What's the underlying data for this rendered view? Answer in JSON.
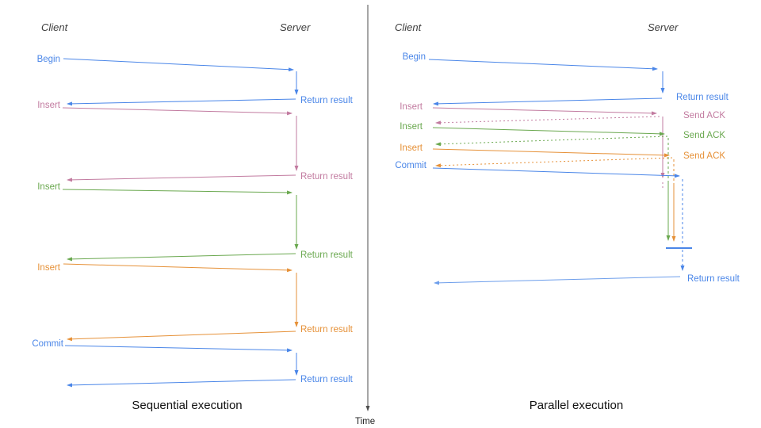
{
  "palette": {
    "blue": "#4a86e8",
    "light_blue": "#6d9eeb",
    "pink": "#c27ba0",
    "green": "#6aa84f",
    "orange": "#e69138",
    "axis": "#4d4d4d",
    "actor": "#3d3d3d",
    "title": "#111111",
    "time": "#222222"
  },
  "timeline": {
    "label": "Time"
  },
  "left": {
    "title": "Sequential execution",
    "client": "Client",
    "server": "Server",
    "messages": [
      {
        "label": "Begin",
        "color": "blue",
        "response": "Return result"
      },
      {
        "label": "Insert",
        "color": "pink",
        "response": "Return result"
      },
      {
        "label": "Insert",
        "color": "green",
        "response": "Return result"
      },
      {
        "label": "Insert",
        "color": "orange",
        "response": "Return result"
      },
      {
        "label": "Commit",
        "color": "blue",
        "response": "Return result"
      }
    ]
  },
  "right": {
    "title": "Parallel execution",
    "client": "Client",
    "server": "Server",
    "messages": [
      {
        "label": "Begin",
        "color": "blue",
        "response": "Return result"
      },
      {
        "label": "Insert",
        "color": "pink",
        "response": "Send ACK"
      },
      {
        "label": "Insert",
        "color": "green",
        "response": "Send ACK"
      },
      {
        "label": "Insert",
        "color": "orange",
        "response": "Send ACK"
      },
      {
        "label": "Commit",
        "color": "blue",
        "response": "Return result"
      }
    ]
  }
}
